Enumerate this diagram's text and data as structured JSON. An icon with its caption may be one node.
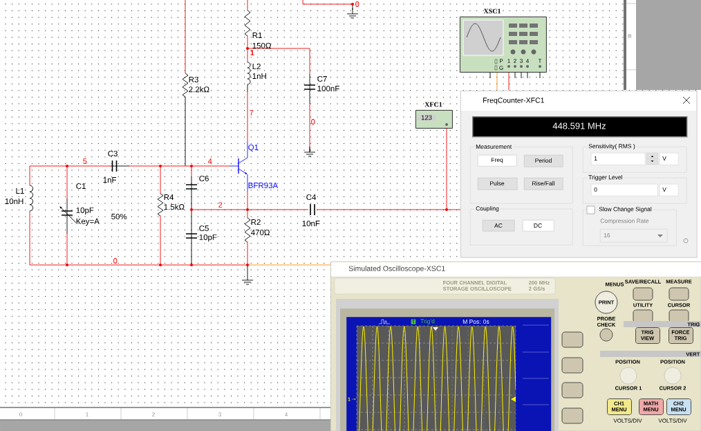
{
  "diagram": {
    "nodes": [
      {
        "text": [
          "XSC1"
        ]
      },
      {
        "text": [
          "XFC1",
          "123"
        ]
      },
      {
        "text": [
          "FreqCounter-XFC1"
        ]
      },
      {
        "text": [
          "448.591 MHz"
        ],
        "in": 2
      },
      {
        "text": [
          "Measurement"
        ],
        "in": 2
      },
      {
        "text": [
          "Freq"
        ],
        "in": 4
      },
      {
        "text": [
          "Period"
        ],
        "in": 4
      },
      {
        "text": [
          "Pulse"
        ],
        "in": 4
      },
      {
        "text": [
          "Rise/Fall"
        ],
        "in": 4
      },
      {
        "text": [
          "Coupling"
        ],
        "in": 2
      },
      {
        "text": [
          "AC"
        ],
        "in": 9
      },
      {
        "text": [
          "DC"
        ],
        "in": 9
      },
      {
        "text": [
          "Sensitivity( RMS )"
        ],
        "in": 2
      },
      {
        "text": [
          "1"
        ],
        "in": 12
      },
      {
        "text": [
          "V"
        ],
        "in": 12
      },
      {
        "text": [
          "Trigger Level"
        ],
        "in": 2
      },
      {
        "text": [
          "0"
        ],
        "in": 15
      },
      {
        "text": [
          "V"
        ],
        "in": 15
      },
      {
        "text": [
          "Slow Change Signal",
          "Compression Rate"
        ],
        "in": 2
      },
      {
        "text": [
          "16"
        ],
        "in": 18
      },
      {
        "text": [
          "Simulated Oscilloscope-XSC1"
        ]
      },
      {
        "text": [
          "T",
          "Trig'd",
          "M Pos: 0s",
          "1"
        ],
        "in": 20
      },
      {
        "text": [
          "PRINT"
        ],
        "in": 20
      },
      {
        "text": [
          "TRIG VIEW"
        ],
        "in": 20
      },
      {
        "text": [
          "FORCE TRIG"
        ],
        "in": 20
      },
      {
        "text": [
          "CH1 MENU"
        ],
        "in": 20
      },
      {
        "text": [
          "MATH MENU"
        ],
        "in": 20
      },
      {
        "text": [
          "CH2 MENU"
        ],
        "in": 20
      }
    ],
    "labels": [
      "0",
      "R1",
      "150Ω",
      "1",
      "L2",
      "1nH",
      "C7",
      "100nF",
      "R3",
      "2.2kΩ",
      "7",
      "0",
      "Q1",
      "5",
      "C3",
      "4",
      "1nF",
      "C6",
      "L1",
      "C1",
      "BFR93A",
      "10nH",
      "R4",
      "1.5kΩ",
      "2",
      "C4",
      "10pF",
      "50%",
      "Key=A",
      "R2",
      "470Ω",
      "10nF",
      "C5",
      "10pF",
      "0",
      "P",
      "G",
      "1",
      "2",
      "3",
      "4",
      "T",
      "B",
      "0",
      "1",
      "2",
      "3",
      "4",
      "FOUR CHANNEL DIGITAL STORAGE OSCILLOSCOPE",
      "200 MHz 2 GS/s",
      "MENUS",
      "SAVE/RECALL",
      "MEASURE",
      "UTILITY",
      "CURSOR",
      "PROBE CHECK",
      "TRIG",
      "VERT",
      "POSITION",
      "POSITION",
      "CURSOR 1",
      "CURSOR 2",
      "VOLTS/DIV",
      "VOLTS/DIV"
    ]
  }
}
